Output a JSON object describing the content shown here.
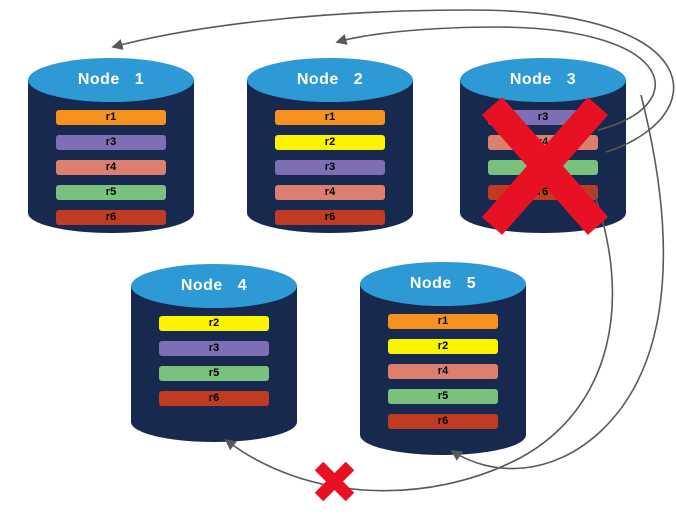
{
  "colors": {
    "background": "#FFFFFF",
    "cylinder_top": "#2E9AD5",
    "cylinder_body": "#17294F",
    "node_title_text": "#FFFFFF",
    "replica_label_text": "#000000",
    "arrow": "#595959",
    "failure_x": "#E81123",
    "replicas": {
      "r1": "#F6921E",
      "r2": "#FBF400",
      "r3": "#7E6FB5",
      "r4": "#DC7F6E",
      "r5": "#79C17D",
      "r6": "#C03B21"
    }
  },
  "nodes": [
    {
      "id": "node-1",
      "title": "Node 1",
      "failed": false,
      "replicas": [
        "r1",
        "r3",
        "r4",
        "r5",
        "r6"
      ]
    },
    {
      "id": "node-2",
      "title": "Node 2",
      "failed": false,
      "replicas": [
        "r1",
        "r2",
        "r3",
        "r4",
        "r6"
      ]
    },
    {
      "id": "node-3",
      "title": "Node 3",
      "failed": true,
      "replicas": [
        "r3",
        "r4",
        "r5",
        "r6"
      ]
    },
    {
      "id": "node-4",
      "title": "Node 4",
      "failed": false,
      "replicas": [
        "r2",
        "r3",
        "r5",
        "r6"
      ]
    },
    {
      "id": "node-5",
      "title": "Node 5",
      "failed": false,
      "replicas": [
        "r1",
        "r2",
        "r4",
        "r5",
        "r6"
      ]
    }
  ],
  "arrows": [
    {
      "from": "node-3",
      "to": "node-1",
      "blocked": false
    },
    {
      "from": "node-3",
      "to": "node-2",
      "blocked": false
    },
    {
      "from": "node-3",
      "to": "node-5",
      "blocked": false
    },
    {
      "from": "node-3",
      "to": "node-4",
      "blocked": true
    }
  ],
  "failure": {
    "failed_node": "node-3"
  }
}
